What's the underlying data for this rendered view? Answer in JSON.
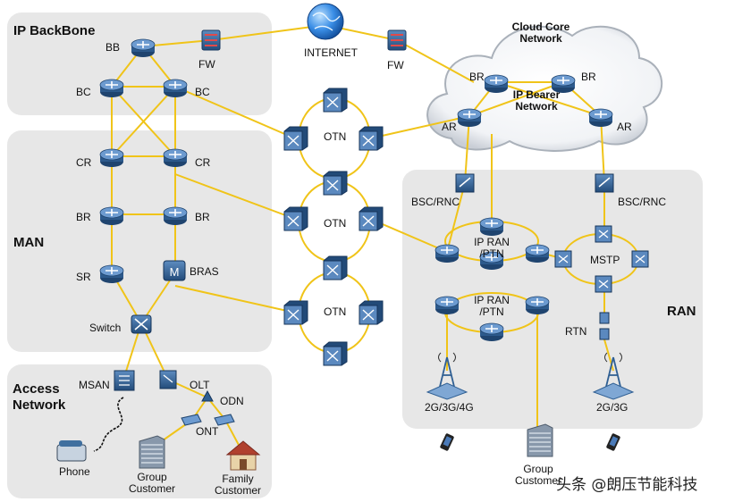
{
  "regions": {
    "ip_backbone": "IP BackBone",
    "man": "MAN",
    "access_network": "Access\nNetwork",
    "ran": "RAN",
    "cloud_core": "Cloud Core\nNetwork",
    "ip_bearer": "IP Bearer\nNetwork"
  },
  "labels": {
    "bb": "BB",
    "fw": "FW",
    "internet": "INTERNET",
    "fw2": "FW",
    "bc": "BC",
    "cr": "CR",
    "br": "BR",
    "sr": "SR",
    "bras": "BRAS",
    "switch": "Switch",
    "msan": "MSAN",
    "olt": "OLT",
    "odn": "ODN",
    "ont": "ONT",
    "phone": "Phone",
    "group_customer": "Group\nCustomer",
    "family_customer": "Family\nCustomer",
    "otn": "OTN",
    "ar": "AR",
    "bsc_rnc": "BSC/RNC",
    "ip_ran_ptn": "IP RAN\n/PTN",
    "mstp": "MSTP",
    "rtn": "RTN",
    "g234": "2G/3G/4G",
    "g23": "2G/3G",
    "group_customer2": "Group\nCustomer"
  },
  "watermark": "头条 @朗压节能科技",
  "colors": {
    "link": "#f0c419",
    "region": "#e7e7e7",
    "device": "#2f5f93",
    "globe": "#2e7bd6"
  },
  "icons": {
    "router": "router-icon",
    "firewall": "firewall-icon",
    "otn": "otn-node-icon",
    "globe": "globe-icon",
    "cloud": "cloud-icon",
    "switch": "switch-icon",
    "tower": "cell-tower-icon",
    "phone": "phone-icon",
    "building": "building-icon",
    "house": "house-icon",
    "mobile": "mobile-phone-icon"
  }
}
